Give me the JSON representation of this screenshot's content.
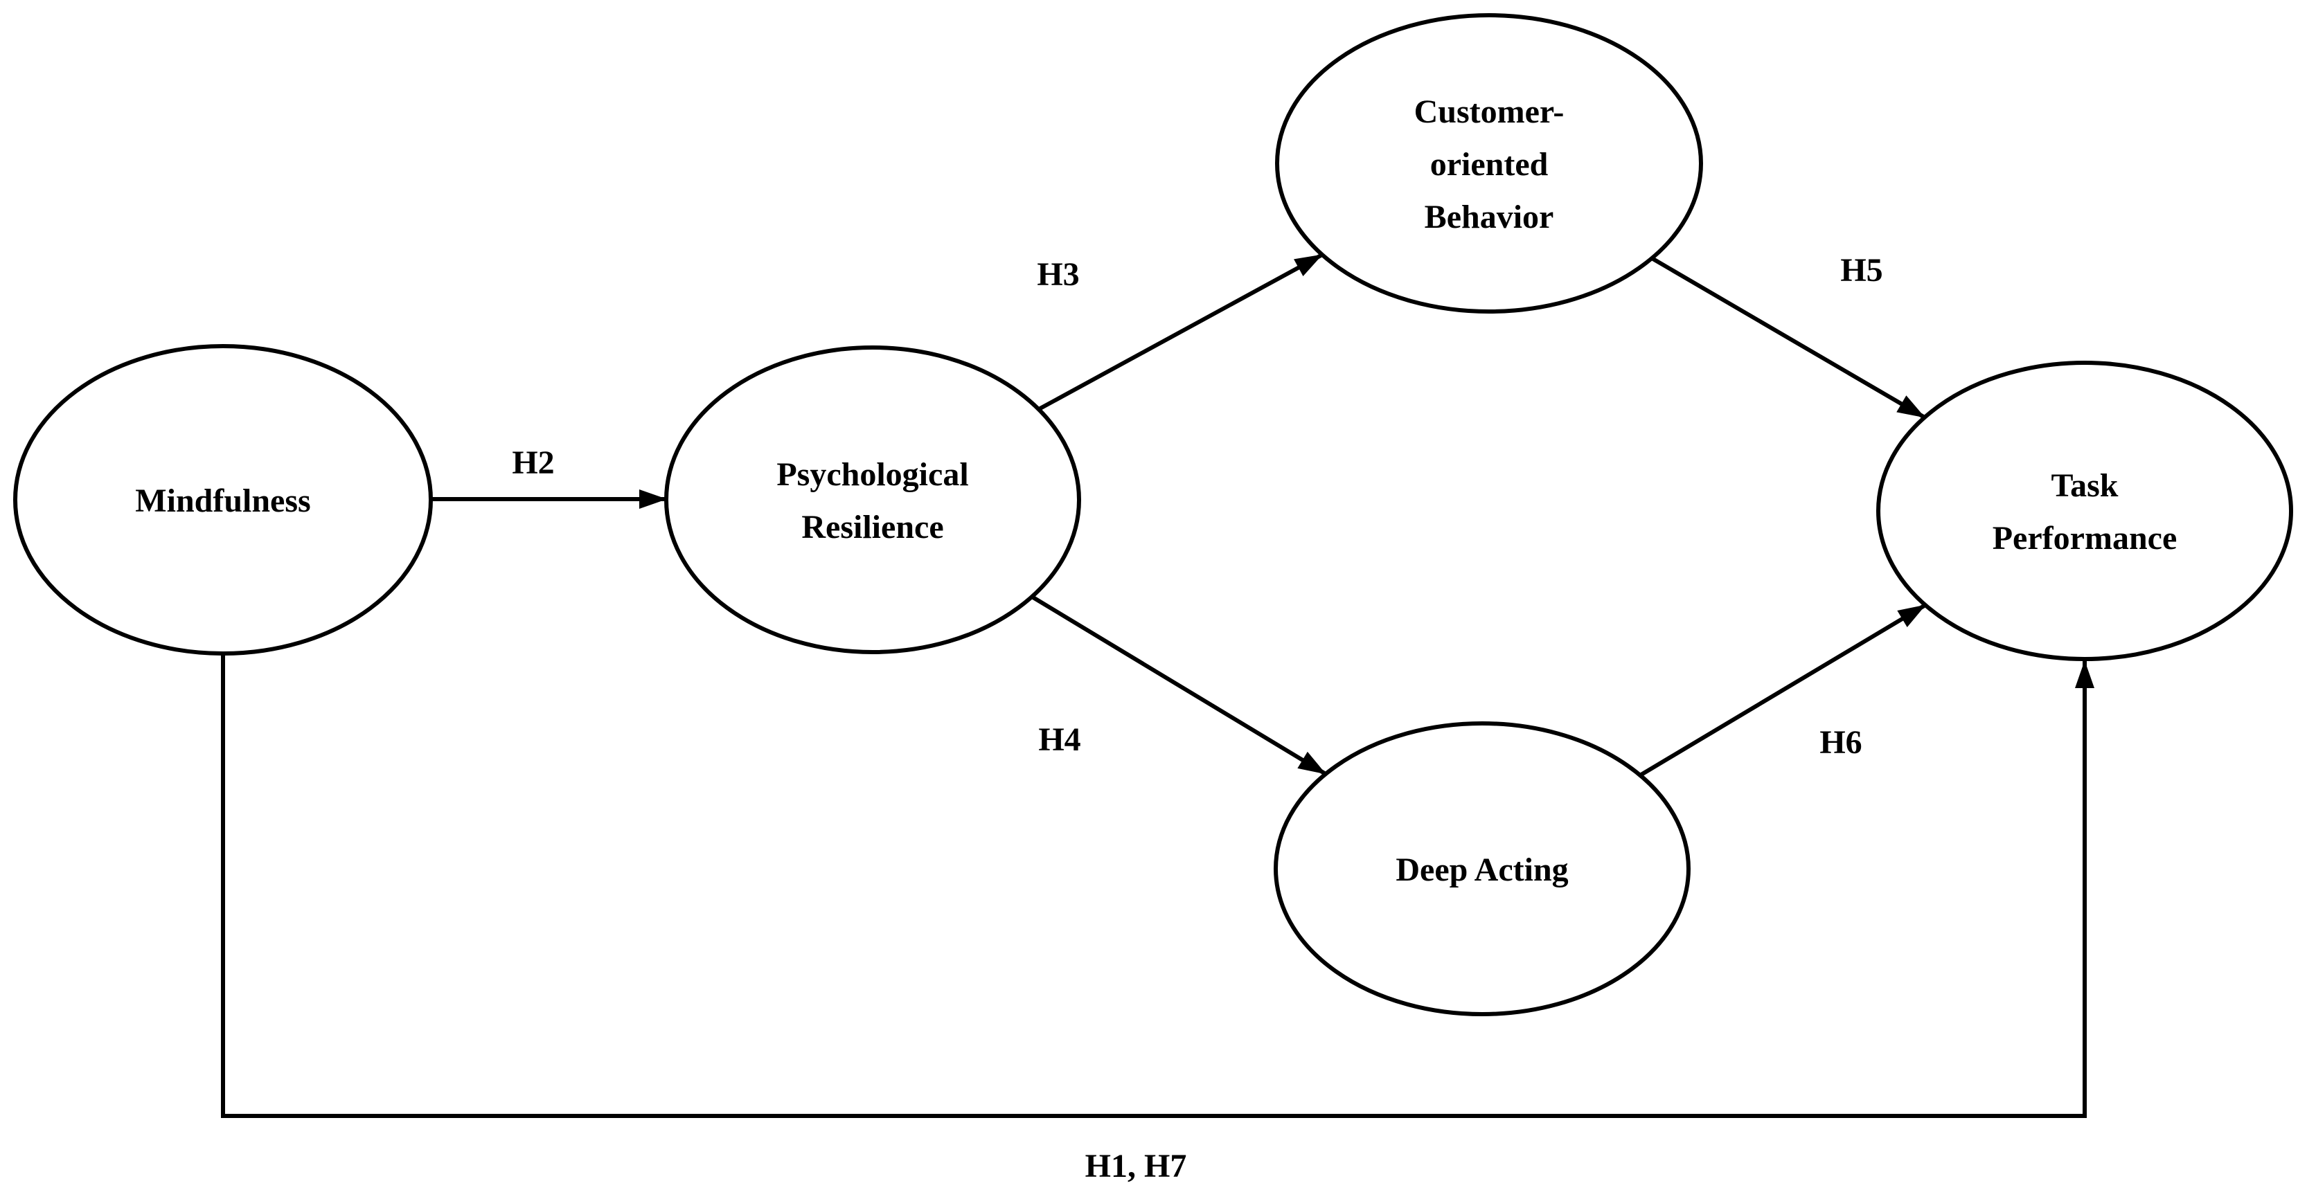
{
  "colors": {
    "background": "#ffffff",
    "stroke": "#000000",
    "text": "#000000"
  },
  "diagram": {
    "type": "hypothesis-path-model",
    "nodes": {
      "mindfulness": {
        "label": "Mindfulness",
        "lines": [
          "Mindfulness"
        ]
      },
      "psychological_resilience": {
        "label": "Psychological Resilience",
        "lines": [
          "Psychological",
          "Resilience"
        ]
      },
      "customer_oriented_behavior": {
        "label": "Customer-oriented Behavior",
        "lines": [
          "Customer-",
          "oriented",
          "Behavior"
        ]
      },
      "deep_acting": {
        "label": "Deep Acting",
        "lines": [
          "Deep Acting"
        ]
      },
      "task_performance": {
        "label": "Task Performance",
        "lines": [
          "Task",
          "Performance"
        ]
      }
    },
    "edges": {
      "h2": {
        "label": "H2",
        "from": "mindfulness",
        "to": "psychological_resilience"
      },
      "h3": {
        "label": "H3",
        "from": "psychological_resilience",
        "to": "customer_oriented_behavior"
      },
      "h4": {
        "label": "H4",
        "from": "psychological_resilience",
        "to": "deep_acting"
      },
      "h5": {
        "label": "H5",
        "from": "customer_oriented_behavior",
        "to": "task_performance"
      },
      "h6": {
        "label": "H6",
        "from": "deep_acting",
        "to": "task_performance"
      },
      "h1_h7": {
        "label": "H1, H7",
        "from": "mindfulness",
        "to": "task_performance"
      }
    }
  }
}
